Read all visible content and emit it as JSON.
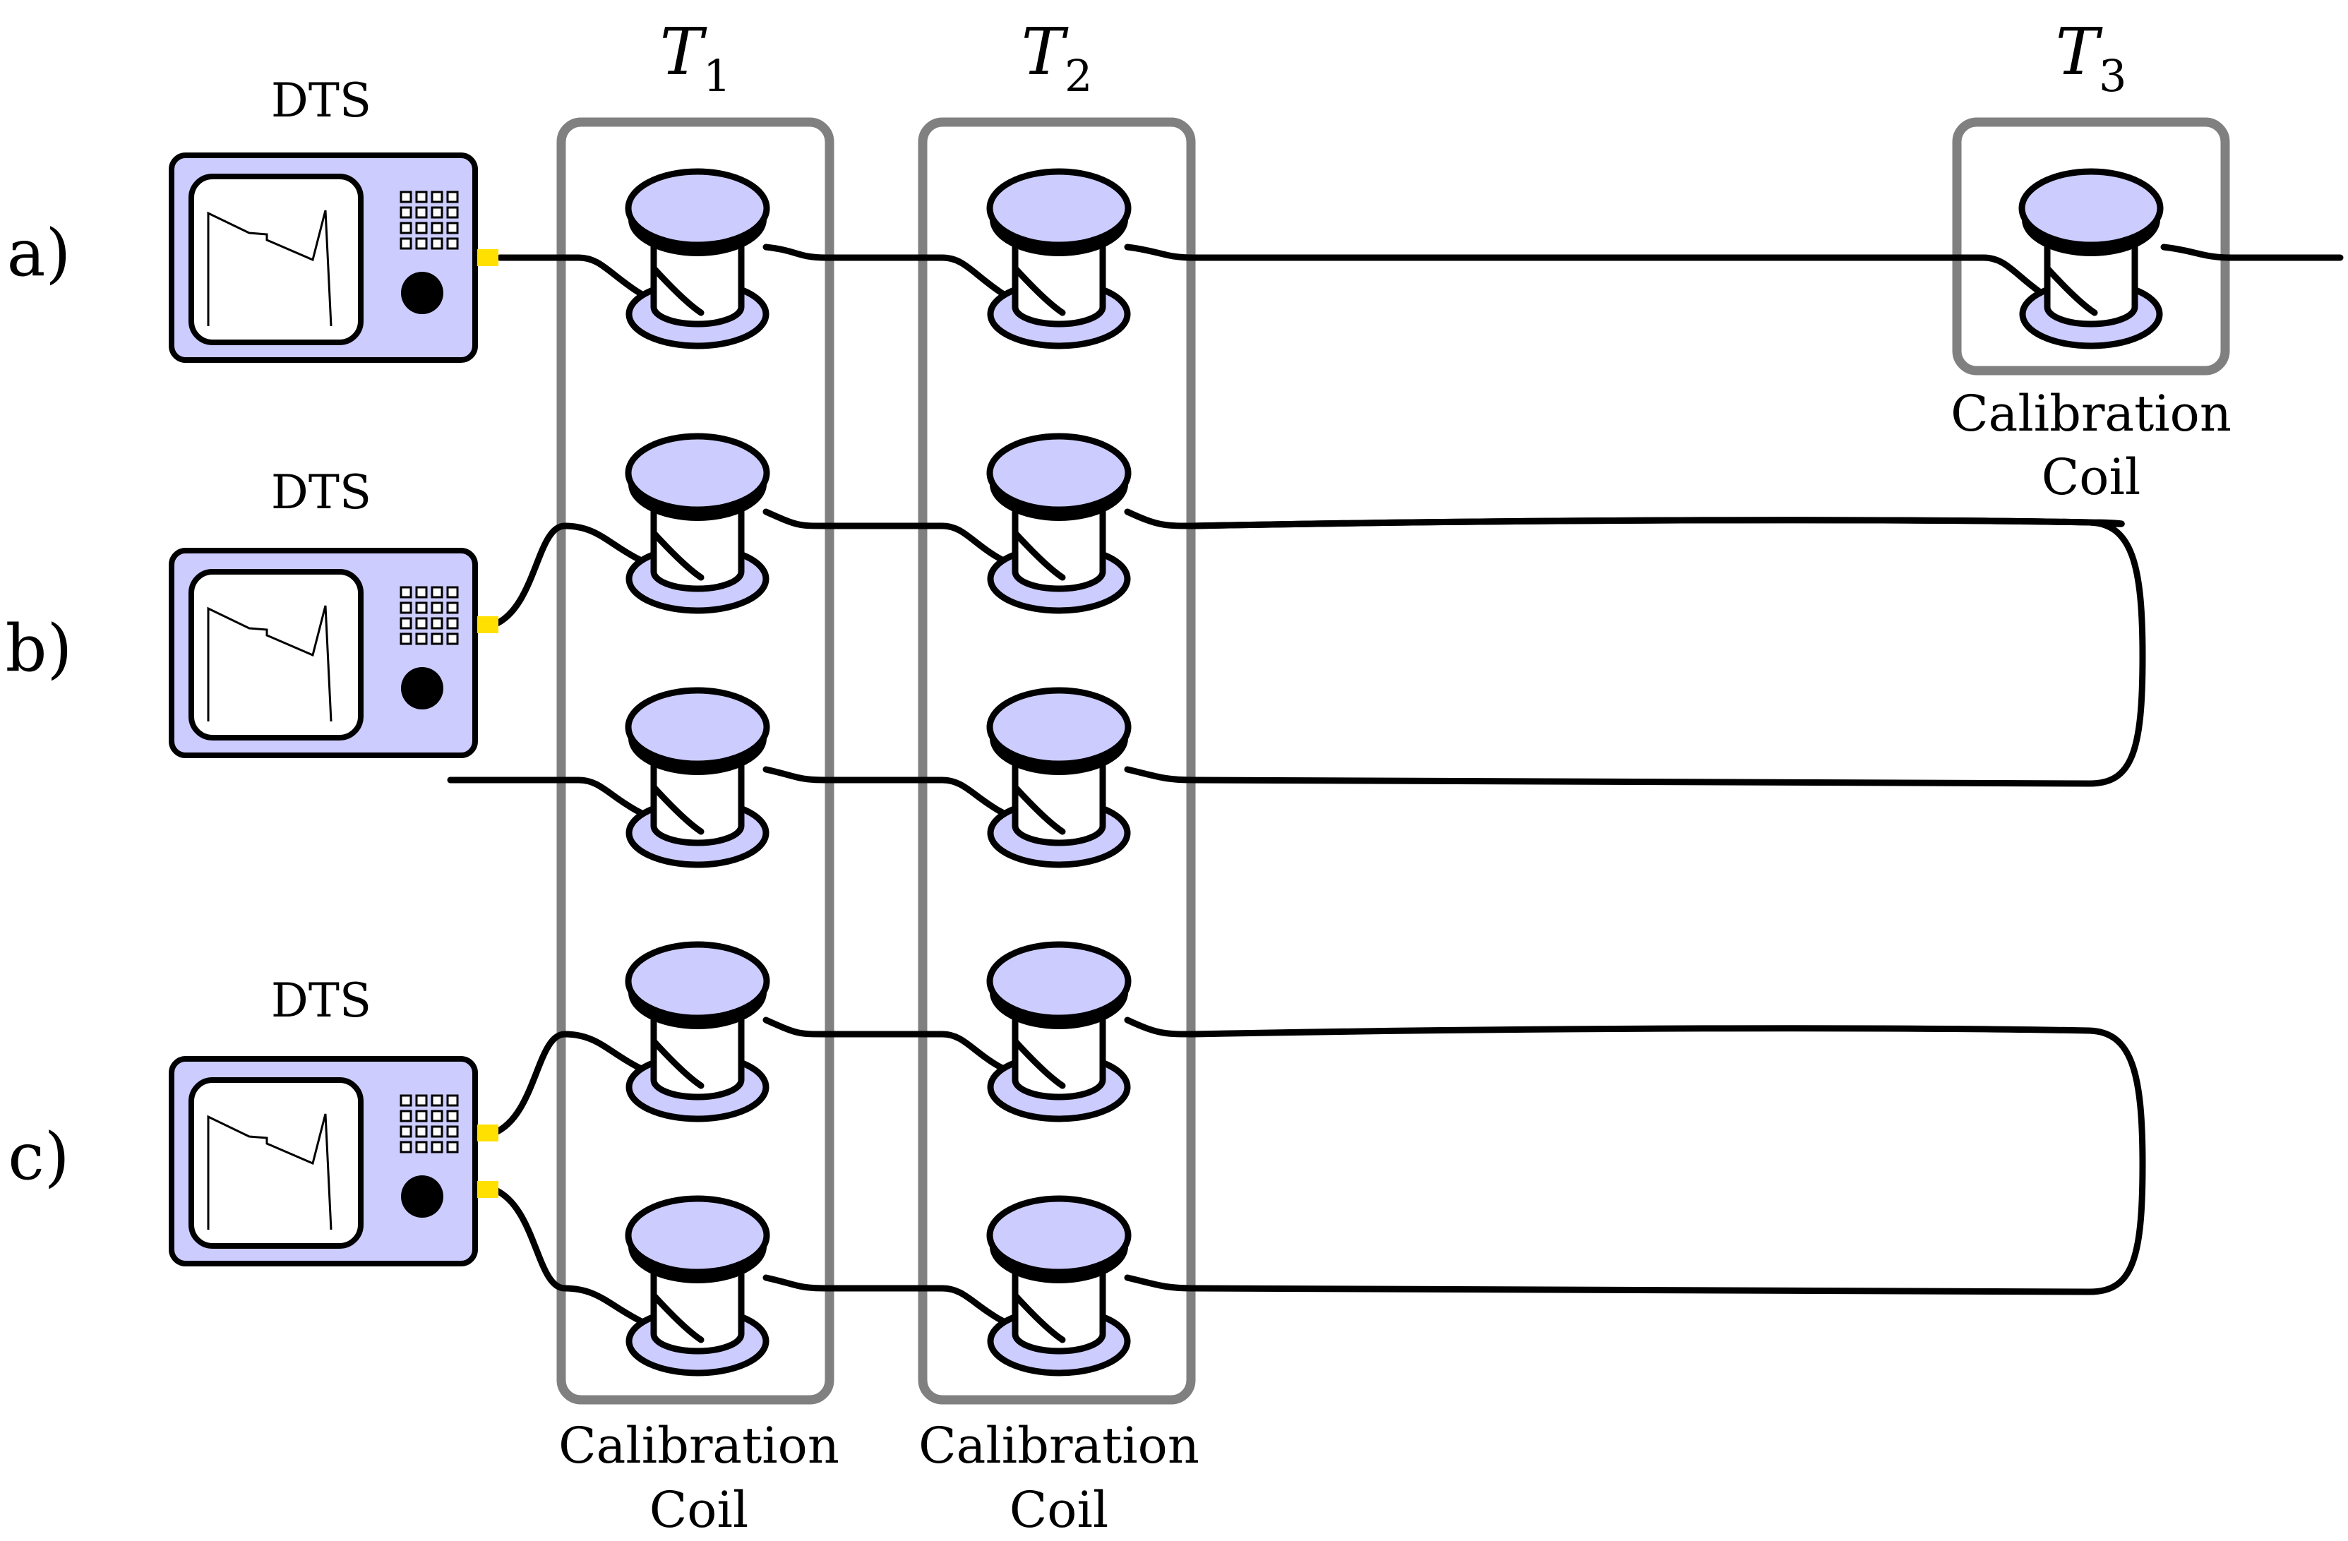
{
  "rows": [
    {
      "id": "a",
      "label": "a)"
    },
    {
      "id": "b",
      "label": "b)"
    },
    {
      "id": "c",
      "label": "c)"
    }
  ],
  "devices": [
    {
      "row": "a",
      "label": "DTS"
    },
    {
      "row": "b",
      "label": "DTS"
    },
    {
      "row": "c",
      "label": "DTS"
    }
  ],
  "zones": [
    {
      "id": "T1",
      "symbol": "T",
      "subscript": "1",
      "caption_line1": "Calibration",
      "caption_line2": "Coil"
    },
    {
      "id": "T2",
      "symbol": "T",
      "subscript": "2",
      "caption_line1": "Calibration",
      "caption_line2": "Coil"
    },
    {
      "id": "T3",
      "symbol": "T",
      "subscript": "3",
      "caption_line1": "Calibration",
      "caption_line2": "Coil"
    }
  ],
  "colors": {
    "device_fill": "#ccccff",
    "coil_fill": "#ccccff",
    "zone_box": "#808080",
    "connector": "#ffe000",
    "fiber": "#000000"
  }
}
